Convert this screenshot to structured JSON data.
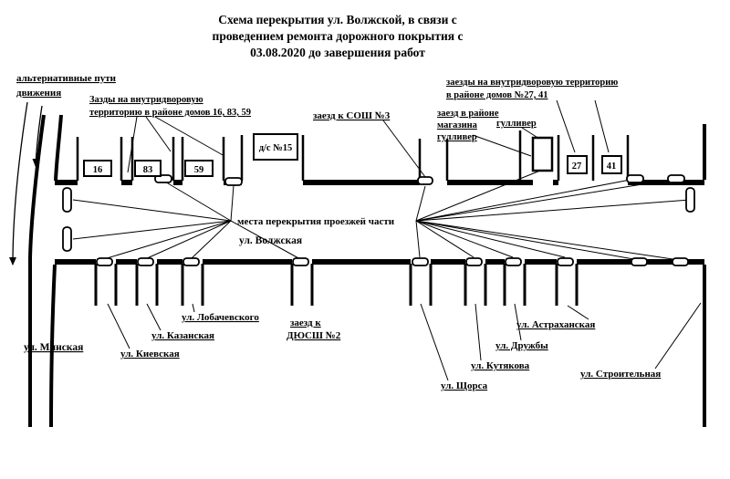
{
  "title": {
    "l1": "Схема перекрытия ул. Волжской, в связи с",
    "l2": "проведением ремонта дорожного покрытия с",
    "l3": "03.08.2020 до завершения работ"
  },
  "annotations": {
    "alt_paths_l1": "альтернативные пути",
    "alt_paths_l2": "движения",
    "yards_left_l1": "Зазды на внутридворовую",
    "yards_left_l2": "территорию в районе домов 16, 83, 59",
    "school": "заезд к СОШ №3",
    "yards_right_l1": "заезды на внутридворовую территорию",
    "yards_right_l2": "в районе домов №27, 41",
    "gulliver_entry_l1": "заезд в районе",
    "gulliver_entry_l2": "магазина",
    "gulliver_entry_l3": "гулливер",
    "gulliver_store": "гулливер",
    "kindergarten": "д/с №15",
    "closures": "места перекрытия проезжей части",
    "main_street": "ул. Волжская"
  },
  "houses": {
    "h16": "16",
    "h83": "83",
    "h59": "59",
    "h27": "27",
    "h41": "41"
  },
  "streets": {
    "minskaya": "ул. Минская",
    "kievskaya": "ул. Киевская",
    "kazanskaya": "ул. Казанская",
    "lobachevskogo": "ул. Лобачевского",
    "dyussh_l1": "заезд к",
    "dyussh_l2": "ДЮСШ №2",
    "shchorsa": "ул. Щорса",
    "kutyakova": "ул. Кутякова",
    "druzhby": "ул. Дружбы",
    "astrakhanskaya": "ул. Астраханская",
    "stroitelnaya": "ул. Строительная"
  },
  "colors": {
    "ink": "#000000",
    "background": "#ffffff"
  }
}
